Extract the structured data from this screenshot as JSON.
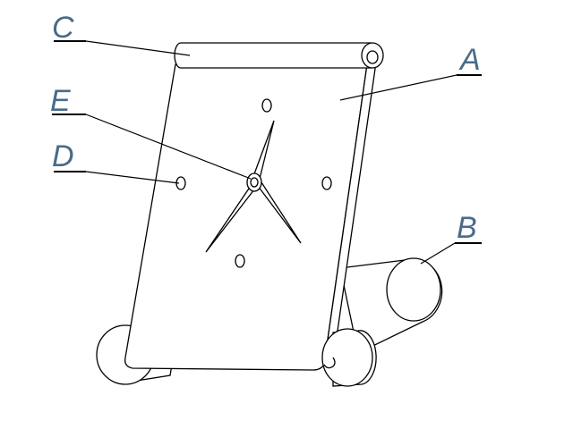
{
  "diagram": {
    "callouts": {
      "A": "A",
      "B": "B",
      "C": "C",
      "D": "D",
      "E": "E"
    }
  }
}
